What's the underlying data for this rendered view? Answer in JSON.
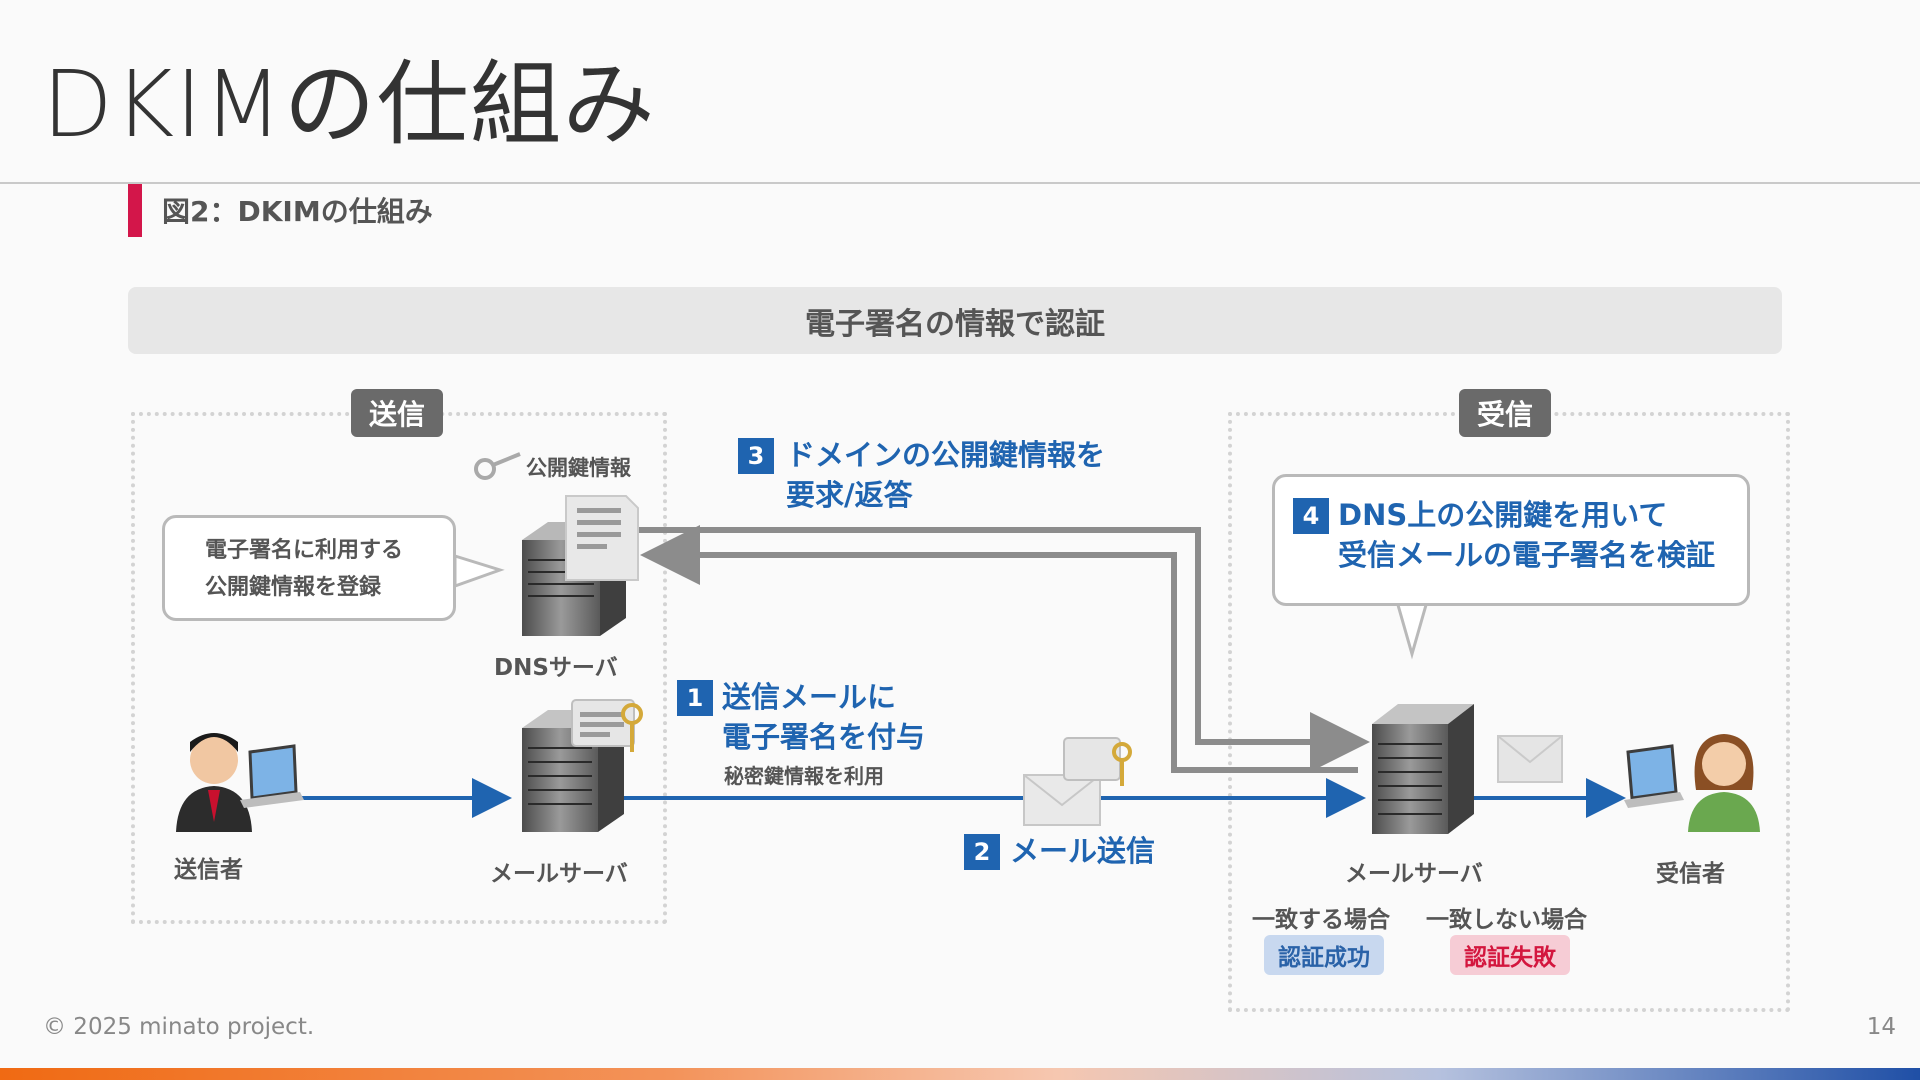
{
  "page": {
    "title": "DKIMの仕組み",
    "footer_copyright": "© 2025 minato project.",
    "page_number": "14"
  },
  "figure": {
    "caption": "図2：DKIMの仕組み",
    "banner": "電子署名の情報で認証",
    "zone_send": "送信",
    "zone_recv": "受信",
    "key_label": "公開鍵情報",
    "bubble_left": [
      "電子署名に利用する",
      "公開鍵情報を登録"
    ],
    "dns_server": "DNSサーバ",
    "sender": "送信者",
    "sender_mail_server": "メールサーバ",
    "receiver_mail_server": "メールサーバ",
    "receiver": "受信者",
    "steps": [
      {
        "num": "1",
        "lines": [
          "送信メールに",
          "電子署名を付与"
        ],
        "note": "秘密鍵情報を利用"
      },
      {
        "num": "2",
        "lines": [
          "メール送信"
        ]
      },
      {
        "num": "3",
        "lines": [
          "ドメインの公開鍵情報を",
          "要求/返答"
        ]
      },
      {
        "num": "4",
        "lines": [
          "DNS上の公開鍵を用いて",
          "受信メールの電子署名を検証"
        ]
      }
    ],
    "match_label": "一致する場合",
    "mismatch_label": "一致しない場合",
    "auth_success": "認証成功",
    "auth_failure": "認証失敗"
  },
  "colors": {
    "accent_blue": "#1f64b0",
    "accent_red": "#d3164a",
    "gray_arrow": "#8c8c8c"
  }
}
